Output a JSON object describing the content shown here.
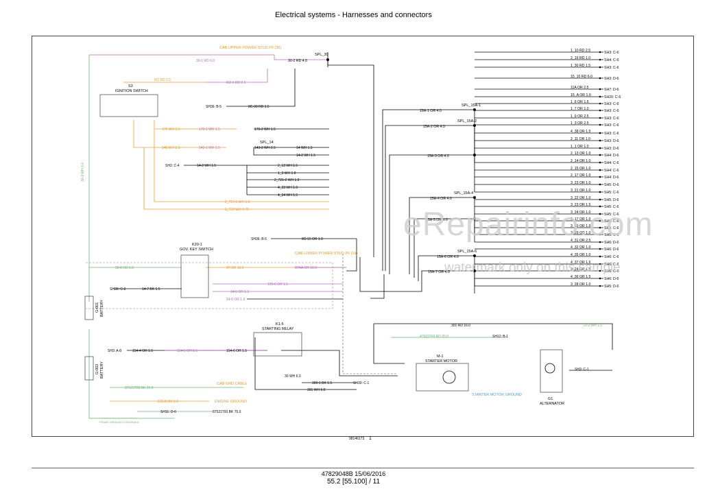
{
  "page_title": "Electrical systems - Harnesses and connectors",
  "sheet_code": "98146173",
  "sheet_num": "1",
  "footer_id": "47829048B 15/06/2016",
  "footer_page": "55.2 [55.100] / 11",
  "watermark": "eRepairinfo.com",
  "watermark_note": "watermark only on this sample",
  "colors": {
    "wire": "#000000",
    "orange": "#e89a2e",
    "violet": "#b36fbf",
    "green": "#6fb36f",
    "blue": "#4f9fd8",
    "frame": "#444444"
  },
  "components": {
    "s3_id": "S3",
    "s3_name": "IGNITION SWITCH",
    "k20_id": "K20-1",
    "k20_name": "GOV. KEY SWITCH",
    "k1_id": "K1-5",
    "k1_name": "STARTING RELAY",
    "m1_id": "M-1",
    "m1_name": "STARTER MOTOR",
    "g1_id": "G1",
    "g1_name": "ALTERNATOR",
    "batt1": "BATTERY",
    "batt1_id": "G-001",
    "batt2": "BATTERY",
    "batt2_id": "G-002"
  },
  "labels": {
    "cab_upper": "CAB UPPER POWER STUD P6 (30)",
    "cab_lower": "CAB LOWER POWER STUD P6 (15)",
    "cab_gnd": "CAB GND CABLE",
    "engine_gnd": "ENGINE GROUND",
    "starter_gnd": "STARTER MOTOR GROUND",
    "frame_gnd": "FRAME GROUND CONTINUED",
    "spl30": "SPL_30",
    "spl14": "SPL_14",
    "spl15a1": "SPL_15A-1",
    "spl15a2": "SPL_15A-2",
    "spl15a4": "SPL_15A-4",
    "spl15a6": "SPL_15A-6"
  },
  "wires_left": [
    {
      "t": "30-1 RD 6.0"
    },
    {
      "t": "I62 RD 2.5"
    },
    {
      "t": "I62-1 RD 2.5"
    },
    {
      "t": "SH36: B-5"
    },
    {
      "t": "8C-30 RD 1.5"
    },
    {
      "t": "170 WH 1.5"
    },
    {
      "t": "170-1 WH 1.5"
    },
    {
      "t": "170-2 WH 1.5"
    },
    {
      "t": "140 WH 2.5"
    },
    {
      "t": "143-1 WH 1.5"
    },
    {
      "t": "143-2 WH 2.5"
    },
    {
      "t": "14 WH 1.5"
    },
    {
      "t": "14-2 WH 1.5"
    },
    {
      "t": "SH2: C-4"
    },
    {
      "t": "14-2 WH 1.5"
    },
    {
      "t": "2_12 WH 1.5"
    },
    {
      "t": "1_3 WH 1.0"
    },
    {
      "t": "2_721-2 WH 1.0"
    },
    {
      "t": "4_33 WH 1.0"
    },
    {
      "t": "4_34 WH 1.5"
    },
    {
      "t": "2_717-1 WH 1.0"
    },
    {
      "t": "2_723 WH 0.75"
    },
    {
      "t": "SH36: B-5"
    },
    {
      "t": "8C-15 OR 1.0"
    },
    {
      "t": "SH30: C-3"
    },
    {
      "t": "14-7 BK 1.5"
    },
    {
      "t": "87 OR 10.0"
    },
    {
      "t": "87AA OR 10.0"
    },
    {
      "t": "195-6 OR 1.5"
    },
    {
      "t": "14-5 OR 1.5"
    },
    {
      "t": "14-6 OR 1.5"
    },
    {
      "t": "SH3: A-8"
    },
    {
      "t": "154-4 OR 1.5"
    },
    {
      "t": "154-5 OR 1.5"
    },
    {
      "t": "154-6 OR 1.5"
    },
    {
      "t": "30 WH 6.0"
    },
    {
      "t": "309-1 BK 1.5"
    },
    {
      "t": "SH30: C-1"
    },
    {
      "t": "301 WH 6.0"
    },
    {
      "t": "301 RD 16.0"
    },
    {
      "t": "47502200 RD 25.0"
    },
    {
      "t": "SH12: B-1"
    },
    {
      "t": "87522790 BK 25.0"
    },
    {
      "t": "ECLG BK 6.0"
    },
    {
      "t": "SH11: D-6"
    },
    {
      "t": "87522700 BK 75.0"
    },
    {
      "t": "30-8 RD 6.0"
    },
    {
      "t": "30-3 WH 1.0"
    },
    {
      "t": "23-2 WH 1.0"
    },
    {
      "t": "SH3: C-1"
    }
  ],
  "wires_right": [
    {
      "w": "1_10 RD 2.5",
      "sh": "SH3: C-6"
    },
    {
      "w": "2_16 RD 1.0",
      "sh": "SH4: C-6"
    },
    {
      "w": "1_30 RD 1.5",
      "sh": "SH3: C-6"
    },
    {
      "w": "15_10 RD 6.0",
      "sh": "SH3: D-6"
    },
    {
      "w": "11A OR 2.5",
      "sh": "SH7: D-6"
    },
    {
      "w": "15_A OR 1.0",
      "sh": "SH20: C-6"
    },
    {
      "w": "1_6 OR 1.5",
      "sh": "SH3: C-6"
    },
    {
      "w": "1_7 OR 1.0",
      "sh": "SH3: C-6"
    },
    {
      "w": "1_9 OR 2.5",
      "sh": "SH3: C-6"
    },
    {
      "w": "1_3 OR 2.5",
      "sh": "SH3: C-6"
    },
    {
      "w": "4_38 OR 1.5",
      "sh": "SH3: C-6"
    },
    {
      "w": "2_11 OR 1.0",
      "sh": "SH3: D-6"
    },
    {
      "w": "1_1 OR 1.0",
      "sh": "SH3: D-6"
    },
    {
      "w": "2_13 OR 1.0",
      "sh": "SH4: D-6"
    },
    {
      "w": "2_14 OR 1.0",
      "sh": "SH4: C-6"
    },
    {
      "w": "2_15 OR 1.0",
      "sh": "SH4: C-6"
    },
    {
      "w": "2_17 OR 1.0",
      "sh": "SH4: D-6"
    },
    {
      "w": "3_23 OR 1.0",
      "sh": "SH5: D-6"
    },
    {
      "w": "3_21 OR 1.0",
      "sh": "SH5: C-6"
    },
    {
      "w": "3_22 OR 1.0",
      "sh": "SH5: D-6"
    },
    {
      "w": "3_23 OR 1.5",
      "sh": "SH5: C-6"
    },
    {
      "w": "3_24 OR 1.0",
      "sh": "SH5: C-6"
    },
    {
      "w": "3_17 OR 1.0",
      "sh": "SH5: C-6"
    },
    {
      "w": "3_19 OR 1.5",
      "sh": "SH5: C-6"
    },
    {
      "w": "3_29 OR 1.0",
      "sh": "SH5: C-6"
    },
    {
      "w": "4_31 OR 2.5",
      "sh": "SH6: D-6"
    },
    {
      "w": "4_32 OR 1.0",
      "sh": "SH6: D-6"
    },
    {
      "w": "4_35 OR 1.0",
      "sh": "SH6: C-6"
    },
    {
      "w": "4_37 OR 1.5",
      "sh": "SH6: C-6"
    },
    {
      "w": "3_24 OR 1.5",
      "sh": "SH6: C-6"
    },
    {
      "w": "4_36 OR 1.5",
      "sh": "SH6: D-6"
    },
    {
      "w": "3_28 OR 1.0",
      "sh": "SH5: D-6"
    }
  ],
  "trunk_labels": [
    "30-2 RD 4.0",
    "15A-1 OR 4.0",
    "15A-2 OR 4.0",
    "15A-3 OR 4.0",
    "15A-4 OR 4.0",
    "15A-5 OR 4.0",
    "15A-6 OR 4.0",
    "15A-7 OR 4.0"
  ]
}
